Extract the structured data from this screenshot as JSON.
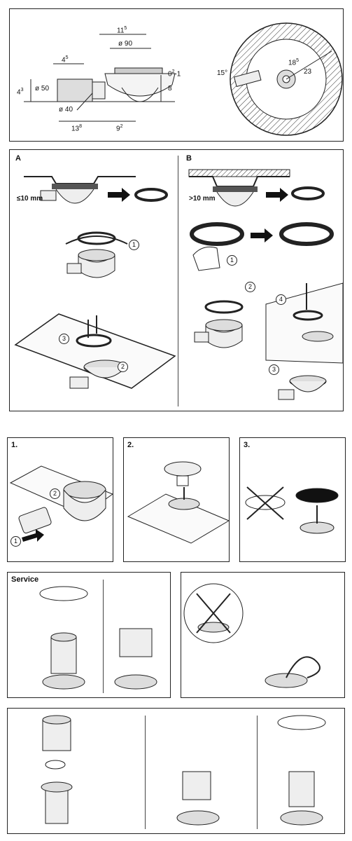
{
  "dimensions": {
    "d_11_5": "11",
    "d_11_5_sup": "5",
    "d_90": "ø 90",
    "d_4_5": "4",
    "d_4_5_sup": "5",
    "d_0_2": "0",
    "d_0_2_sup": "2",
    "d_0_2_tail": "-1",
    "d_50": "ø 50",
    "d_4_3": "4",
    "d_4_3_sup": "3",
    "d_8": "8",
    "d_40": "ø 40",
    "d_13_8": "13",
    "d_13_8_sup": "8",
    "d_9_2": "9",
    "d_9_2_sup": "2",
    "d_15": "15°",
    "d_18_5": "18",
    "d_18_5_sup": "5",
    "d_23": "23"
  },
  "install": {
    "label_a": "A",
    "label_b": "B",
    "height_a": "≤10 mm",
    "height_b": ">10 mm"
  },
  "steps": {
    "s1": "1.",
    "s2": "2.",
    "s3": "3."
  },
  "service": {
    "title": "Service"
  },
  "markers": {
    "one": "1",
    "two": "2",
    "three": "3",
    "four": "4"
  }
}
